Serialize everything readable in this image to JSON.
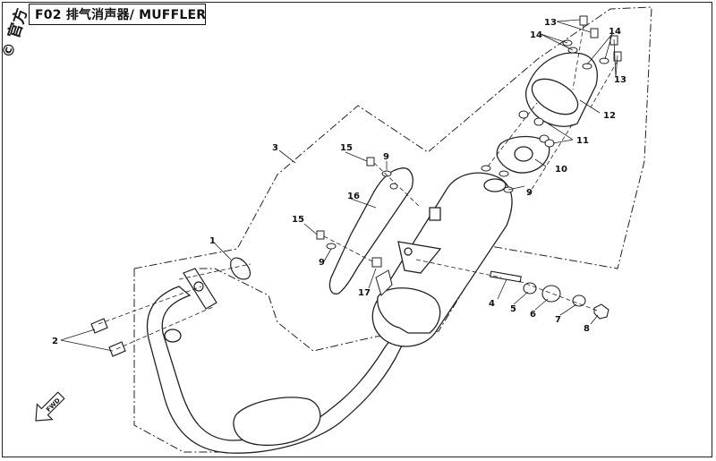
{
  "title": "F02 排气消声器/ MUFFLER",
  "watermark": "© 官方",
  "fwd_label": "FWD",
  "callouts": {
    "c1": "1",
    "c2": "2",
    "c3": "3",
    "c4": "4",
    "c5": "5",
    "c6": "6",
    "c7": "7",
    "c8": "8",
    "c9a": "9",
    "c9b": "9",
    "c9c": "9",
    "c10": "10",
    "c11": "11",
    "c12": "12",
    "c13a": "13",
    "c13b": "13",
    "c14a": "14",
    "c14b": "14",
    "c15a": "15",
    "c15b": "15",
    "c16": "16",
    "c17": "17"
  }
}
